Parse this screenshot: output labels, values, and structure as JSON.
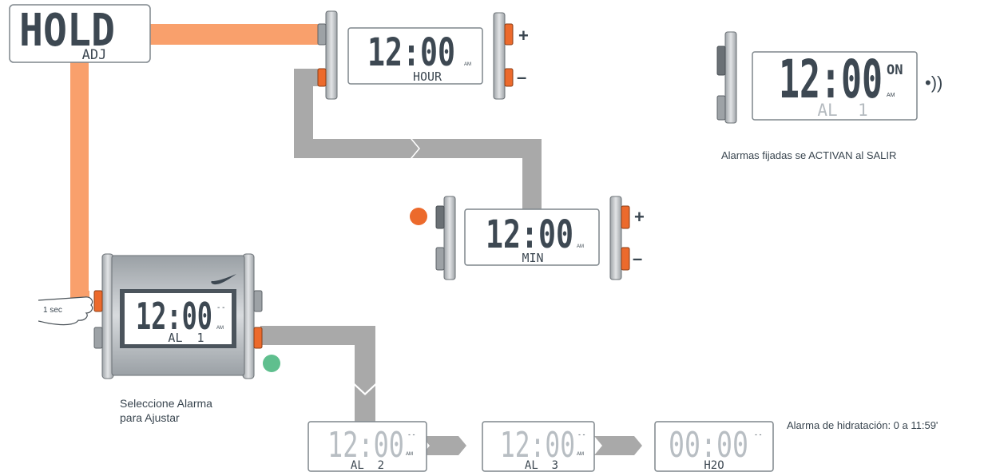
{
  "hold_box": {
    "main": "HOLD",
    "sub": "ADJ"
  },
  "hour_screen": {
    "time": "12:00",
    "ampm": "AM",
    "mode": "HOUR"
  },
  "min_screen": {
    "time": "12:00",
    "ampm": "AM",
    "mode": "MIN"
  },
  "alarm_on_screen": {
    "time": "12:00",
    "ampm": "AM",
    "status": "ON",
    "alarm": "AL  1",
    "bell": "•))"
  },
  "note_alarms": "Alarmas fijadas se ACTIVAN al SALIR",
  "watch": {
    "time": "12:00",
    "ampm": "AM",
    "dashes": "- -",
    "alarm": "AL  1",
    "press": "1 sec"
  },
  "select_caption": [
    "Seleccione Alarma",
    "para Ajustar"
  ],
  "al2_screen": {
    "time": "12:00",
    "ampm": "AM",
    "dashes": "- -",
    "alarm": "AL  2"
  },
  "al3_screen": {
    "time": "12:00",
    "ampm": "AM",
    "dashes": "- -",
    "alarm": "AL  3"
  },
  "h2o_screen": {
    "time": "00:00",
    "dashes": "- -",
    "alarm": "H2O"
  },
  "note_hydration": "Alarma de hidratación: 0 a 11:59'",
  "plus": "+",
  "minus": "–",
  "colors": {
    "orange_path": "#f9a06c",
    "gray_path": "#a9a9a9",
    "orange_button": "#ec6a2c",
    "green_dot": "#5fbf8e",
    "lcd_text": "#3d4852"
  }
}
